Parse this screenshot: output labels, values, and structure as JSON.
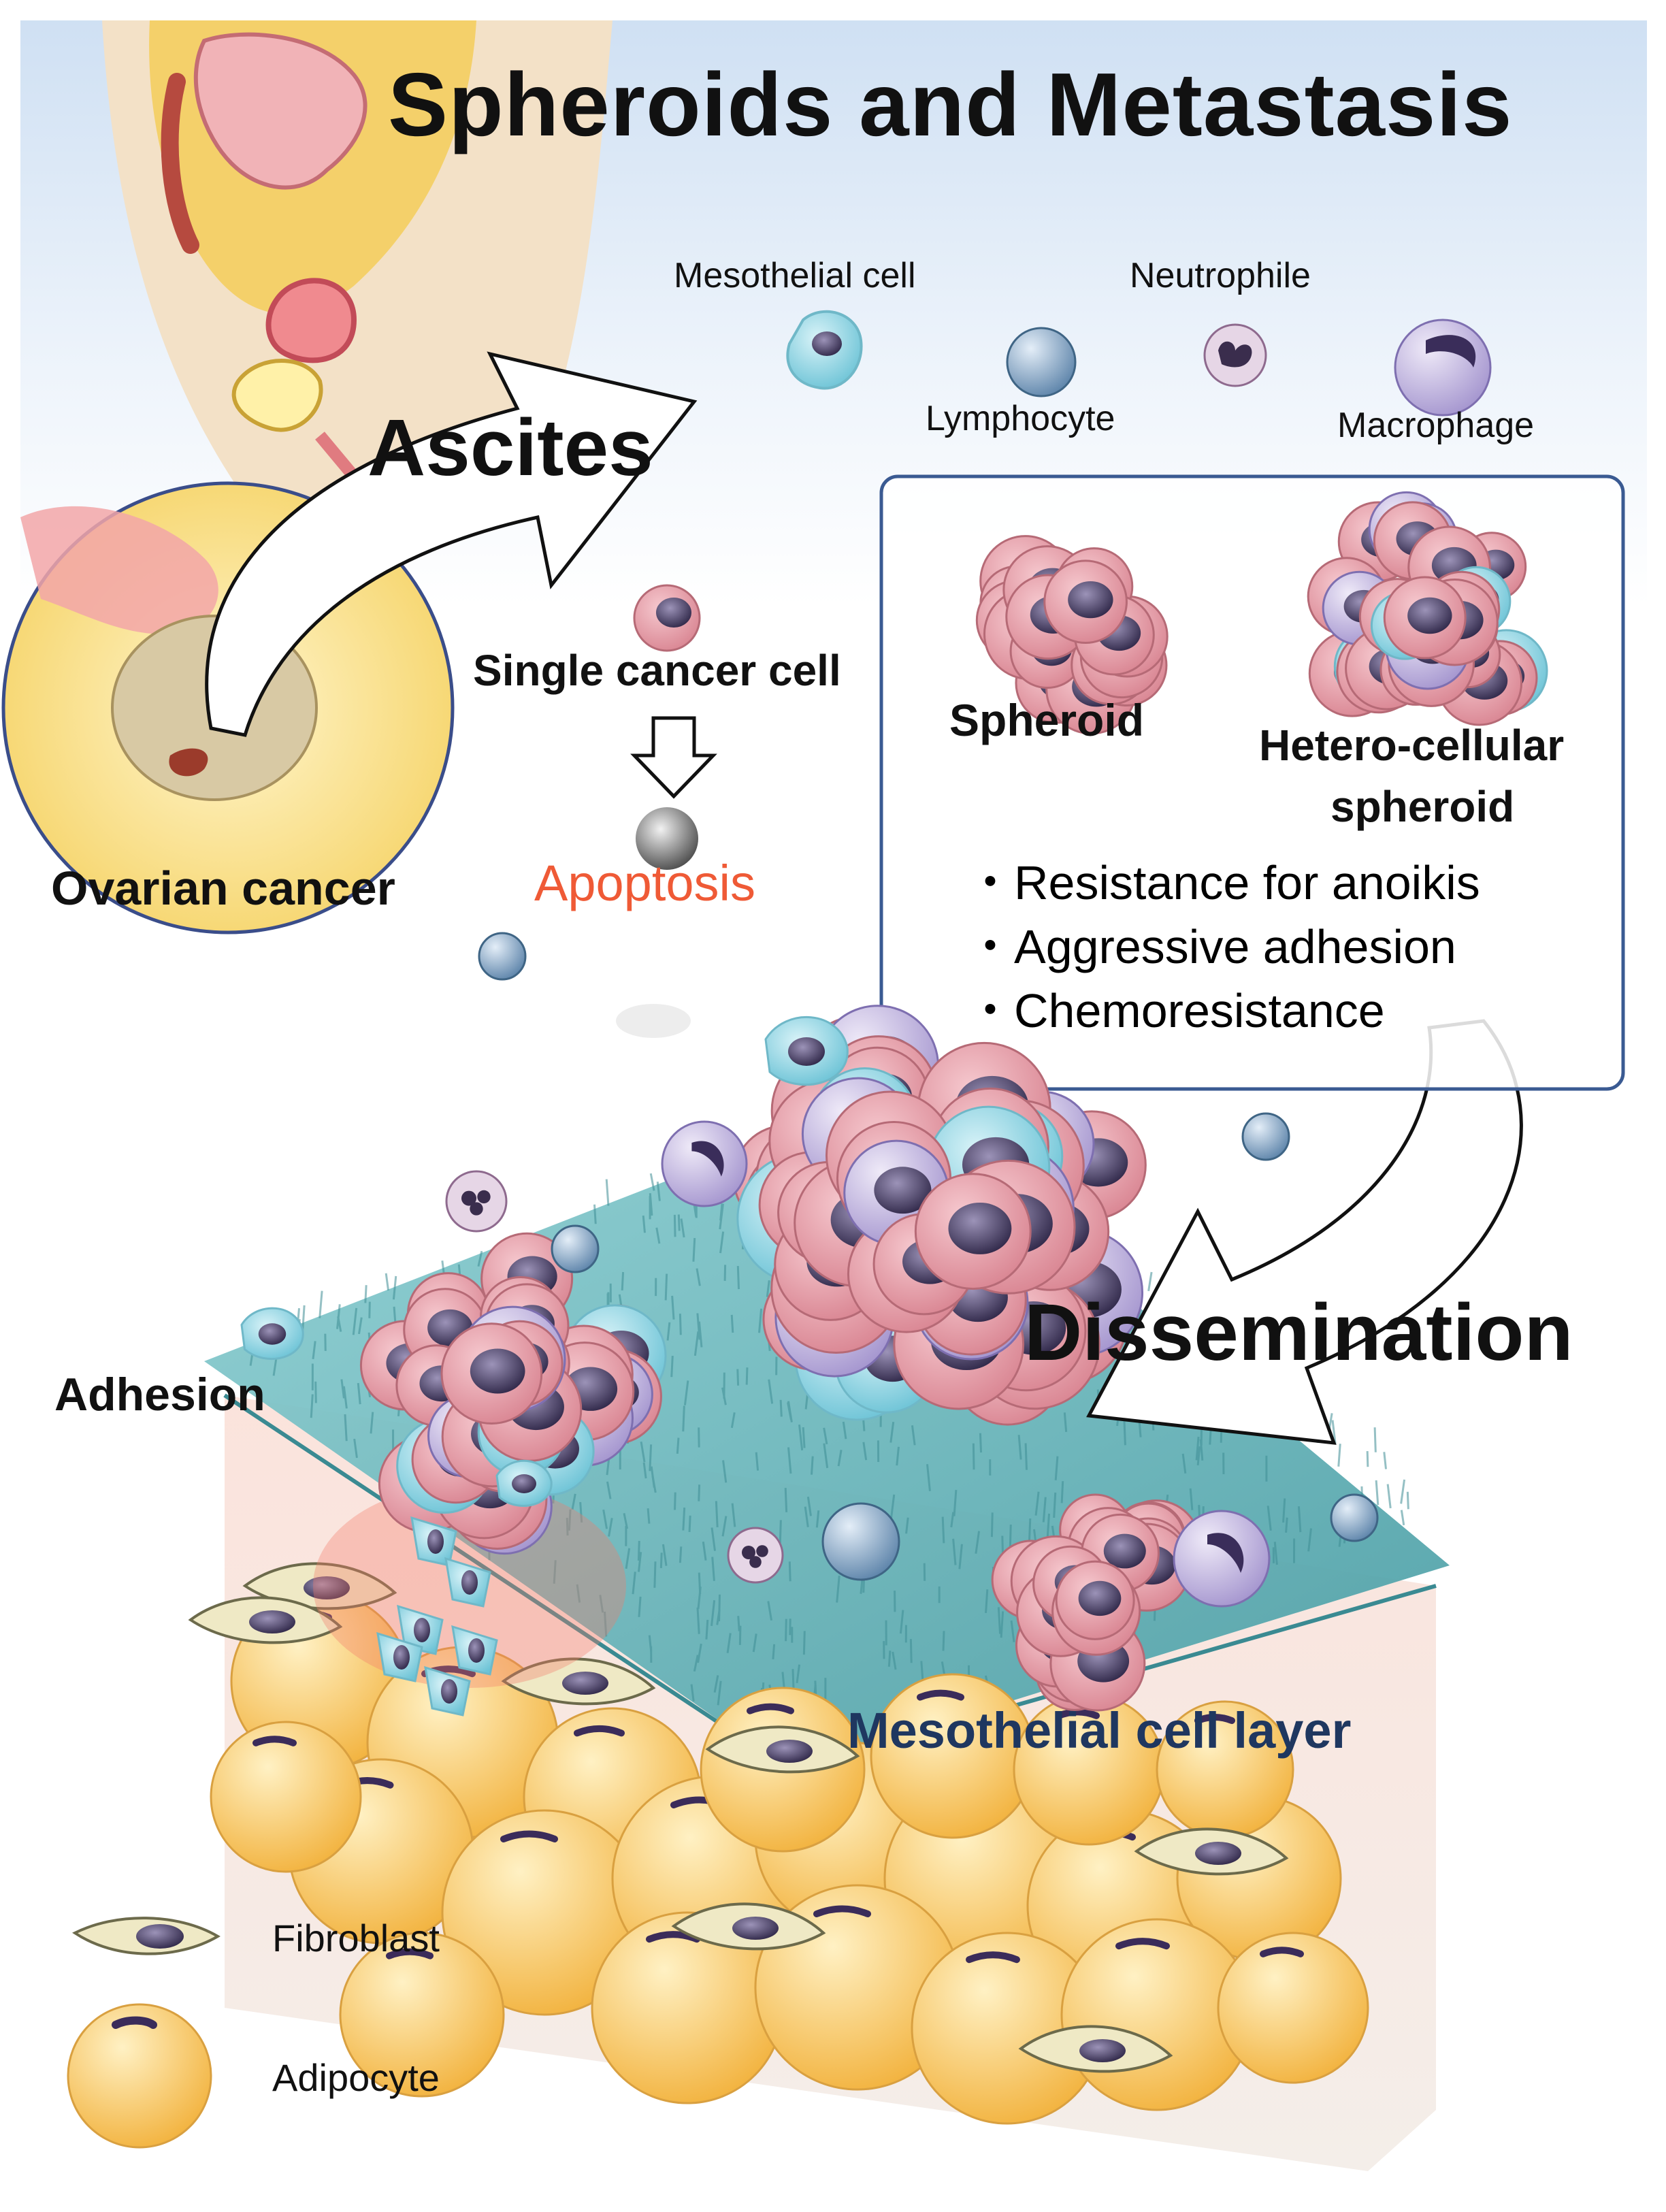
{
  "title": "Spheroids and Metastasis",
  "arrows": {
    "ascites": "Ascites",
    "dissemination": "Dissemination"
  },
  "site_label": "Ovarian cancer",
  "ascites_cells": {
    "mesothelial": "Mesothelial cell",
    "neutrophile": "Neutrophile",
    "lymphocyte": "Lymphocyte",
    "macrophage": "Macrophage"
  },
  "single_cell": {
    "label": "Single cancer cell",
    "fate": "Apoptosis"
  },
  "spheroid_box": {
    "spheroid": "Spheroid",
    "hetero_line1": "Hetero-cellular",
    "hetero_line2": "spheroid",
    "properties": [
      "Resistance for anoikis",
      "Aggressive adhesion",
      "Chemoresistance"
    ],
    "bullet": "・"
  },
  "tissue": {
    "adhesion": "Adhesion",
    "layer": "Mesothelial cell layer"
  },
  "legend": [
    {
      "icon": "fibroblast-icon",
      "label": "Fibroblast"
    },
    {
      "icon": "adipocyte-icon",
      "label": "Adipocyte"
    }
  ],
  "colors": {
    "sky": "#d9e6f5",
    "mesothelium": "#5fb3b8",
    "adipocyte": "#f7c45a",
    "cancer_cell": "#e9a7b0",
    "nucleus": "#4b3f66",
    "mesothelial_cell": "#9ad8e6",
    "lymphocyte": "#8fb1cf",
    "macrophage": "#c5b9e0",
    "apoptosis": "#ef5a36",
    "layer_label": "#1f3760",
    "box_border": "#3a5a92"
  }
}
